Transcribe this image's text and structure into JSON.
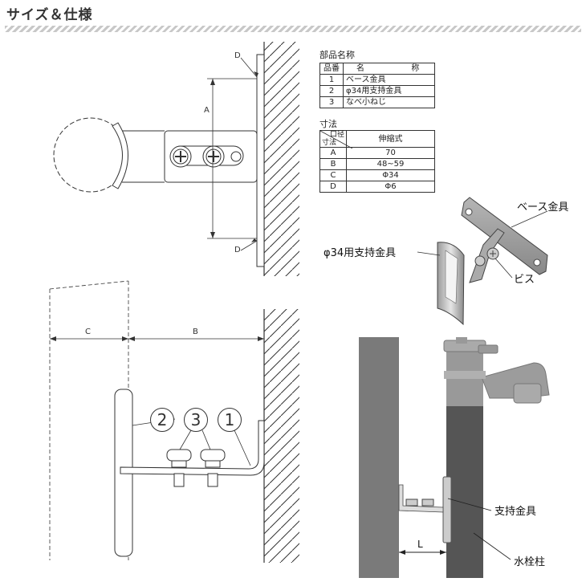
{
  "header": {
    "title": "サイズ＆仕様"
  },
  "parts_table": {
    "caption": "部品名称",
    "col_no": "品番",
    "col_name_1": "名",
    "col_name_2": "称",
    "rows": [
      {
        "no": "1",
        "name": "ベース金具"
      },
      {
        "no": "2",
        "name": "φ34用支持金具"
      },
      {
        "no": "3",
        "name": "なべ小ねじ"
      }
    ]
  },
  "dims_table": {
    "caption": "寸法",
    "corner_top": "口径",
    "corner_bottom": "寸法",
    "col_header": "伸縮式",
    "rows": [
      {
        "key": "A",
        "value": "70"
      },
      {
        "key": "B",
        "value": "48~59"
      },
      {
        "key": "C",
        "value": "Φ34"
      },
      {
        "key": "D",
        "value": "Φ6"
      }
    ]
  },
  "dimension_labels": {
    "a": "A",
    "b": "B",
    "c": "C",
    "d_top": "D",
    "d_bottom": "D",
    "l": "L"
  },
  "part_callouts": {
    "one": "1",
    "two": "2",
    "three": "3"
  },
  "labels": {
    "base_bracket": "ベース金具",
    "support_bracket": "φ34用支持金具",
    "screw": "ビス",
    "support_bracket_install": "支持金具",
    "faucet_post": "水栓柱"
  }
}
